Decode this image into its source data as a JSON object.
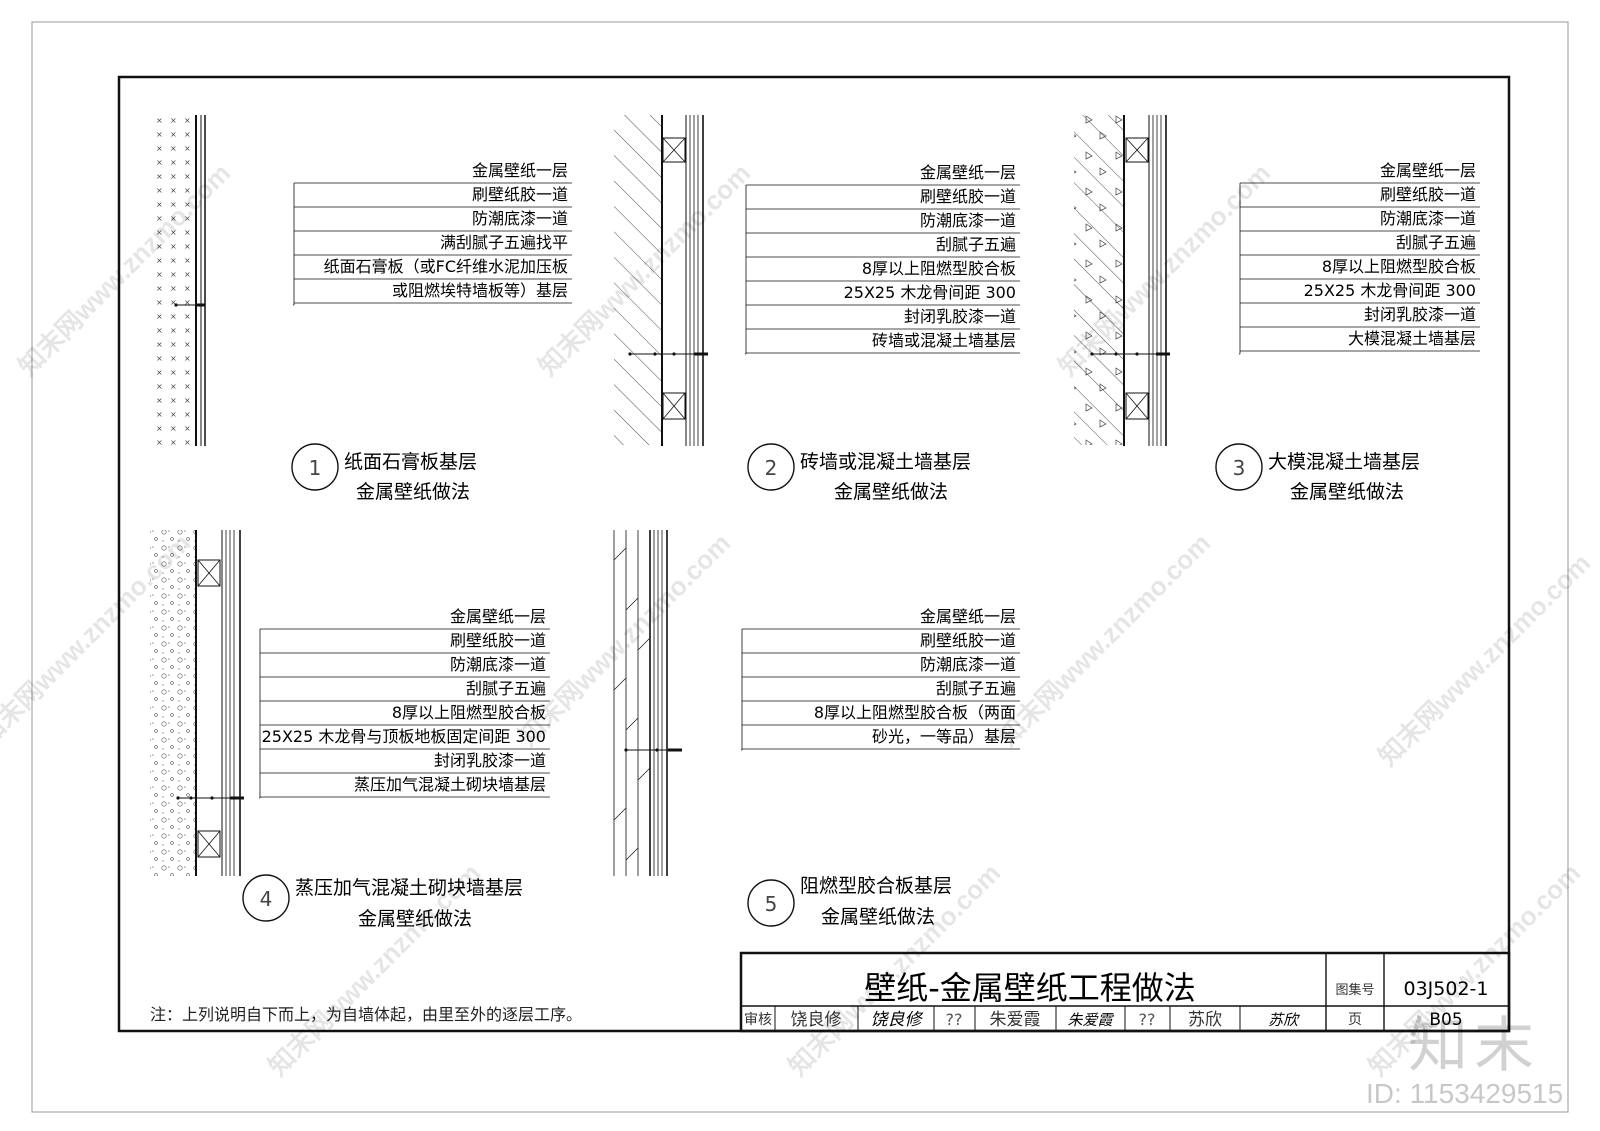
{
  "details": [
    {
      "number": "1",
      "title_line1": "纸面石膏板基层",
      "title_line2": "金属壁纸做法",
      "layers": [
        "金属壁纸一层",
        "刷壁纸胶一道",
        "防潮底漆一道",
        "满刮腻子五遍找平",
        "纸面石膏板（或FC纤维水泥加压板",
        "或阻燃埃特墙板等）基层"
      ]
    },
    {
      "number": "2",
      "title_line1": "砖墙或混凝土墙基层",
      "title_line2": "金属壁纸做法",
      "layers": [
        "金属壁纸一层",
        "刷壁纸胶一道",
        "防潮底漆一道",
        "刮腻子五遍",
        "8厚以上阻燃型胶合板",
        "25X25 木龙骨间距 300",
        "封闭乳胶漆一道",
        "砖墙或混凝土墙基层"
      ]
    },
    {
      "number": "3",
      "title_line1": "大模混凝土墙基层",
      "title_line2": "金属壁纸做法",
      "layers": [
        "金属壁纸一层",
        "刷壁纸胶一道",
        "防潮底漆一道",
        "刮腻子五遍",
        "8厚以上阻燃型胶合板",
        "25X25 木龙骨间距 300",
        "封闭乳胶漆一道",
        "大模混凝土墙基层"
      ]
    },
    {
      "number": "4",
      "title_line1": "蒸压加气混凝土砌块墙基层",
      "title_line2": "金属壁纸做法",
      "layers": [
        "金属壁纸一层",
        "刷壁纸胶一道",
        "防潮底漆一道",
        "刮腻子五遍",
        "8厚以上阻燃型胶合板",
        "25X25 木龙骨与顶板地板固定间距 300",
        "封闭乳胶漆一道",
        "蒸压加气混凝土砌块墙基层"
      ]
    },
    {
      "number": "5",
      "title_line1": "阻燃型胶合板基层",
      "title_line2": "金属壁纸做法",
      "layers": [
        "金属壁纸一层",
        "刷壁纸胶一道",
        "防潮底漆一道",
        "刮腻子五遍",
        "8厚以上阻燃型胶合板（两面",
        "砂光，一等品）基层"
      ]
    }
  ],
  "note": "注：上列说明自下而上，为自墙体起，由里至外的逐层工序。",
  "title_block": {
    "title": "壁纸-金属壁纸工程做法",
    "atlas_label": "图集号",
    "atlas_number": "03J502-1",
    "review_label": "审核",
    "reviewer": "饶良修",
    "reviewer_sign": "饶良修",
    "q1": "??",
    "checker": "朱爱霞",
    "checker_sign": "朱爱霞",
    "q2": "??",
    "designer": "苏欣",
    "designer_sign": "苏欣",
    "page_label": "页",
    "page_number": "B05"
  },
  "watermark": {
    "site": "知末网www.znzmo.com",
    "logo": "知末",
    "id": "ID: 1153429515"
  },
  "colors": {
    "line": "#111111",
    "watermark": "#cccccc",
    "background": "#ffffff"
  }
}
